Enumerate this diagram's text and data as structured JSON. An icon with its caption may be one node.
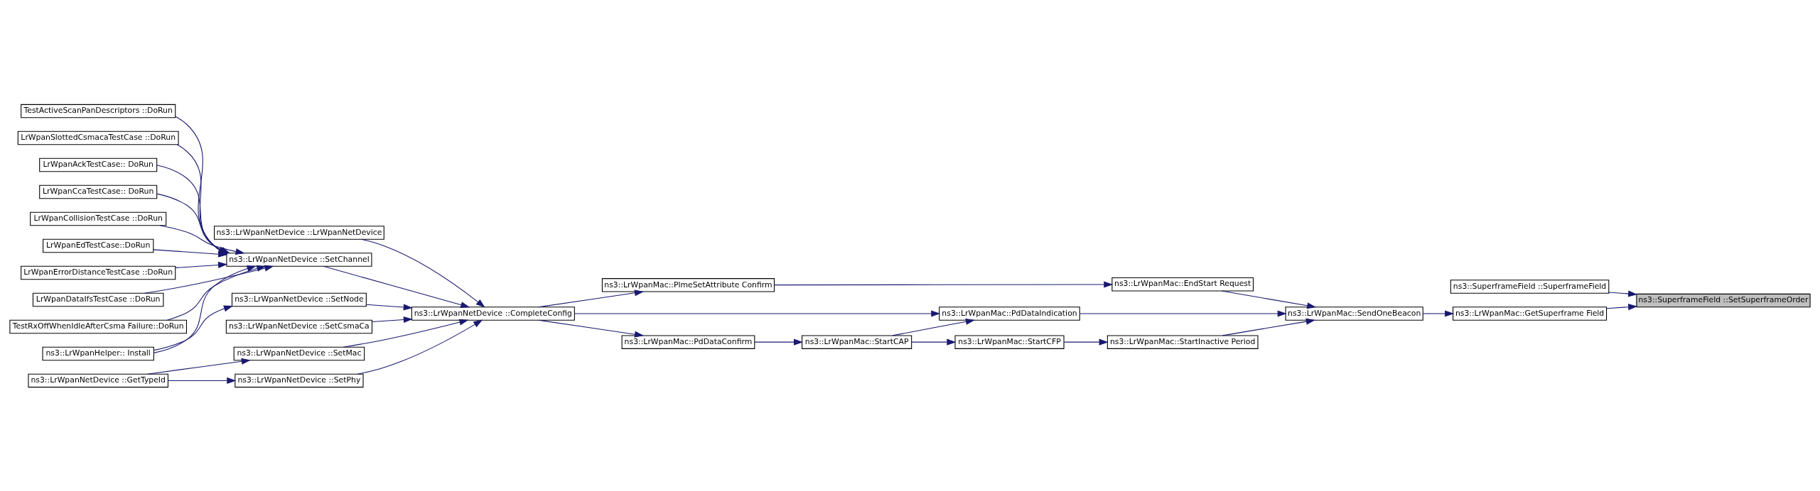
{
  "diagram": {
    "nodes": [
      {
        "text": [
          "ns3::SuperframeField ::SetSuperframeOrder"
        ]
      },
      {
        "text": [
          "ns3::SuperframeField ::SuperframeField"
        ]
      },
      {
        "text": [
          "ns3::LrWpanMac::GetSuperframe Field"
        ]
      },
      {
        "text": [
          "ns3::LrWpanMac::SendOneBeacon"
        ]
      },
      {
        "text": [
          "ns3::LrWpanMac::EndStart Request"
        ]
      },
      {
        "text": [
          "ns3::LrWpanMac::PdDataIndication"
        ]
      },
      {
        "text": [
          "ns3::LrWpanMac::StartInactive Period"
        ]
      },
      {
        "text": [
          "ns3::LrWpanMac::PlmeSetAttribute Confirm"
        ]
      },
      {
        "text": [
          "ns3::LrWpanMac::StartCFP"
        ]
      },
      {
        "text": [
          "ns3::LrWpanMac::StartCAP"
        ]
      },
      {
        "text": [
          "ns3::LrWpanMac::PdDataConfirm"
        ]
      },
      {
        "text": [
          "ns3::LrWpanNetDevice ::CompleteConfig"
        ]
      },
      {
        "text": [
          "ns3::LrWpanNetDevice ::LrWpanNetDevice"
        ]
      },
      {
        "text": [
          "ns3::LrWpanNetDevice ::SetChannel"
        ]
      },
      {
        "text": [
          "ns3::LrWpanNetDevice ::SetCsmaCa"
        ]
      },
      {
        "text": [
          "ns3::LrWpanNetDevice ::SetNode"
        ]
      },
      {
        "text": [
          "ns3::LrWpanNetDevice ::SetMac"
        ]
      },
      {
        "text": [
          "ns3::LrWpanNetDevice ::SetPhy"
        ]
      },
      {
        "text": [
          "LrWpanAckTestCase:: DoRun"
        ]
      },
      {
        "text": [
          "LrWpanCcaTestCase:: DoRun"
        ]
      },
      {
        "text": [
          "LrWpanCollisionTestCase ::DoRun"
        ]
      },
      {
        "text": [
          "LrWpanEdTestCase::DoRun"
        ]
      },
      {
        "text": [
          "LrWpanErrorDistanceTestCase ::DoRun"
        ]
      },
      {
        "text": [
          "LrWpanDataIfsTestCase ::DoRun"
        ]
      },
      {
        "text": [
          "TestRxOffWhenIdleAfterCsma Failure::DoRun"
        ]
      },
      {
        "text": [
          "TestActiveScanPanDescriptors ::DoRun"
        ]
      },
      {
        "text": [
          "LrWpanSlottedCsmacaTestCase ::DoRun"
        ]
      },
      {
        "text": [
          "ns3::LrWpanHelper:: Install"
        ]
      },
      {
        "text": [
          "ns3::LrWpanNetDevice ::GetTypeId"
        ]
      }
    ],
    "edges": [
      {
        "from": 1,
        "to": 0,
        "arrow": "to"
      },
      {
        "from": 2,
        "to": 0,
        "arrow": "to"
      },
      {
        "from": 3,
        "to": 2,
        "arrow": "to"
      },
      {
        "from": 4,
        "to": 3,
        "arrow": "to"
      },
      {
        "from": 5,
        "to": 3,
        "arrow": "to"
      },
      {
        "from": 6,
        "to": 3,
        "arrow": "to"
      },
      {
        "from": 7,
        "to": 4,
        "arrow": "to"
      },
      {
        "from": 11,
        "to": 7,
        "arrow": "to"
      },
      {
        "from": 11,
        "to": 5,
        "arrow": "to"
      },
      {
        "from": 9,
        "to": 5,
        "arrow": "to"
      },
      {
        "from": 8,
        "to": 6,
        "arrow": "to"
      },
      {
        "from": 9,
        "to": 8,
        "arrow": "to"
      },
      {
        "from": 10,
        "to": 9,
        "arrow": "to"
      },
      {
        "from": 11,
        "to": 10,
        "arrow": "to"
      },
      {
        "from": 12,
        "to": 11,
        "arrow": "to"
      },
      {
        "from": 13,
        "to": 11,
        "arrow": "to"
      },
      {
        "from": 14,
        "to": 11,
        "arrow": "to"
      },
      {
        "from": 15,
        "to": 11,
        "arrow": "to"
      },
      {
        "from": 16,
        "to": 11,
        "arrow": "to"
      },
      {
        "from": 17,
        "to": 11,
        "arrow": "to"
      },
      {
        "from": 18,
        "to": 13,
        "arrow": "to"
      },
      {
        "from": 19,
        "to": 13,
        "arrow": "to"
      },
      {
        "from": 20,
        "to": 13,
        "arrow": "to"
      },
      {
        "from": 21,
        "to": 13,
        "arrow": "to"
      },
      {
        "from": 22,
        "to": 13,
        "arrow": "to"
      },
      {
        "from": 23,
        "to": 13,
        "arrow": "to"
      },
      {
        "from": 24,
        "to": 13,
        "arrow": "to"
      },
      {
        "from": 25,
        "to": 13,
        "arrow": "to"
      },
      {
        "from": 26,
        "to": 13,
        "arrow": "to"
      },
      {
        "from": 27,
        "to": 13,
        "arrow": "to"
      },
      {
        "from": 27,
        "to": 15,
        "arrow": "to"
      },
      {
        "from": 28,
        "to": 16,
        "arrow": "to"
      },
      {
        "from": 28,
        "to": 17,
        "arrow": "to"
      }
    ]
  }
}
